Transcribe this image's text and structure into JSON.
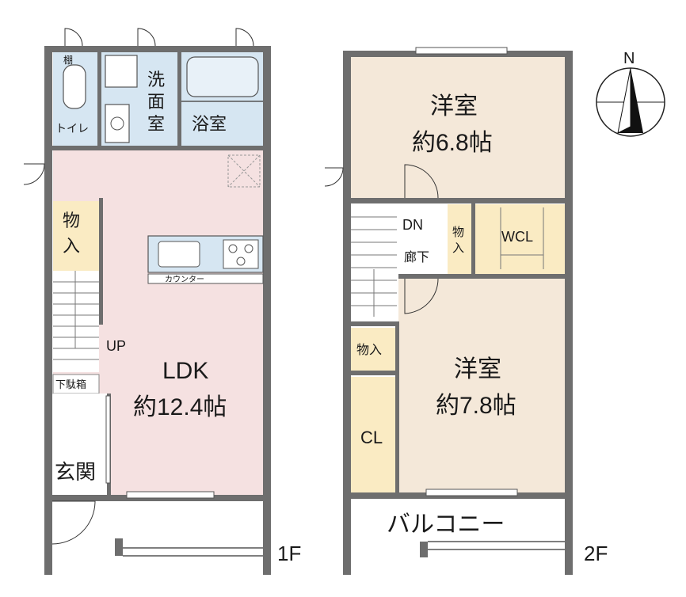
{
  "floor1": {
    "floor_label": "1F",
    "rooms": {
      "shelf": "棚",
      "toilet": "トイレ",
      "washroom_1": "洗",
      "washroom_2": "面",
      "washroom_3": "室",
      "bath": "浴室",
      "storage_1": "物",
      "storage_2": "入",
      "counter": "カウンター",
      "up": "UP",
      "ldk_name": "LDK",
      "ldk_size": "約12.4帖",
      "shoe_box": "下駄箱",
      "entrance": "玄関"
    }
  },
  "floor2": {
    "floor_label": "2F",
    "rooms": {
      "bedroom1_name": "洋室",
      "bedroom1_size": "約6.8帖",
      "dn": "DN",
      "hallway": "廊下",
      "storage_a_1": "物",
      "storage_a_2": "入",
      "wcl": "WCL",
      "storage_b": "物入",
      "bedroom2_name": "洋室",
      "bedroom2_size": "約7.8帖",
      "closet": "CL",
      "balcony": "バルコニー"
    }
  },
  "compass": {
    "north_label": "N"
  },
  "colors": {
    "wall": "#6e6e6e",
    "ldk": "#f5e1e1",
    "western_room": "#f4e8d9",
    "storage": "#faebc3",
    "wet_area": "#d6e6f2"
  }
}
